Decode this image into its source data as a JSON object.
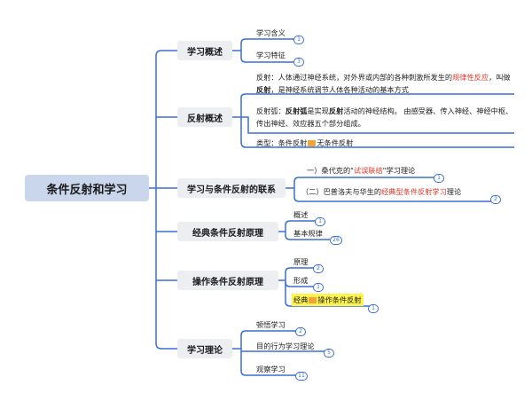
{
  "root": "条件反射和学习",
  "colors": {
    "line": "#3b6fcf",
    "root_bg": "#c9d6ec",
    "branch_bg": "#eceef1",
    "highlight_red": "#e03a2f",
    "highlight_yellow": "#fff34d"
  },
  "branches": {
    "xuexi_gaishu": {
      "label": "学习概述",
      "items": [
        {
          "label": "学习含义",
          "badge": "1"
        },
        {
          "label": "学习特征",
          "badge": "3"
        }
      ]
    },
    "fanshe_gaishu": {
      "label": "反射概述",
      "p1": {
        "a": "反射：人体通过神经系统，对外界或内部的各种刺激所发生的",
        "b": "规律性反应",
        "c": "，叫做",
        "d": "反射",
        "e": "，是神经系统调节人体各种活动的基本方式"
      },
      "p2": {
        "a": "反射弧：",
        "b": "反射弧",
        "c": "是实现",
        "d": "反射",
        "e": "活动的神经结构。 由感受器、传入神经、神经中枢、传出神经、效应器五个部分组成。"
      },
      "p3": {
        "a": "类型：条件反射",
        "b": "无条件反射"
      }
    },
    "lianxi": {
      "label": "学习与条件反射的联系",
      "i1": {
        "a": "一）桑代克的\"",
        "b": "试误联结",
        "c": "\"学习理论",
        "badge": "1"
      },
      "i2": {
        "a": "（二）巴普洛夫与华生的",
        "b": "经典型条件反射学习",
        "c": "理论",
        "badge": "2"
      }
    },
    "jingdian": {
      "label": "经典条件反射原理",
      "items": [
        {
          "label": "概述",
          "badge": "1"
        },
        {
          "label": "基本规律",
          "badge": "26"
        }
      ]
    },
    "caozuo": {
      "label": "操作条件反射原理",
      "items": [
        {
          "label": "原理",
          "badge": "2"
        },
        {
          "label": "形成",
          "badge": "1"
        }
      ],
      "i3": {
        "a": "经典",
        "b": "操作条件反射",
        "badge": "1"
      }
    },
    "lilun": {
      "label": "学习理论",
      "items": [
        {
          "label": "顿悟学习",
          "badge": "2"
        },
        {
          "label": "目的行为学习理论",
          "badge": "5"
        },
        {
          "label": "观察学习",
          "badge": "11"
        }
      ]
    }
  }
}
